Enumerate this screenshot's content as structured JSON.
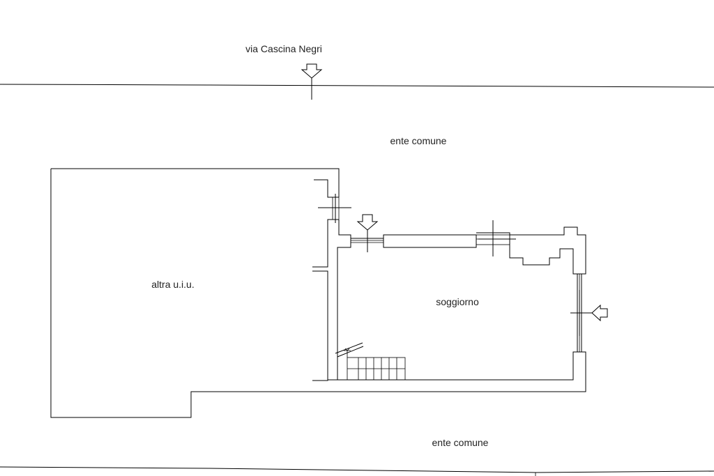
{
  "labels": {
    "street": "via Cascina Negri",
    "common_top": "ente comune",
    "other_unit": "altra u.i.u.",
    "room": "soggiorno",
    "common_bottom": "ente comune"
  },
  "colors": {
    "line": "#000000",
    "background": "#ffffff",
    "text": "#222222"
  },
  "icons": {
    "entrance_arrow": "entrance-arrow-icon"
  }
}
